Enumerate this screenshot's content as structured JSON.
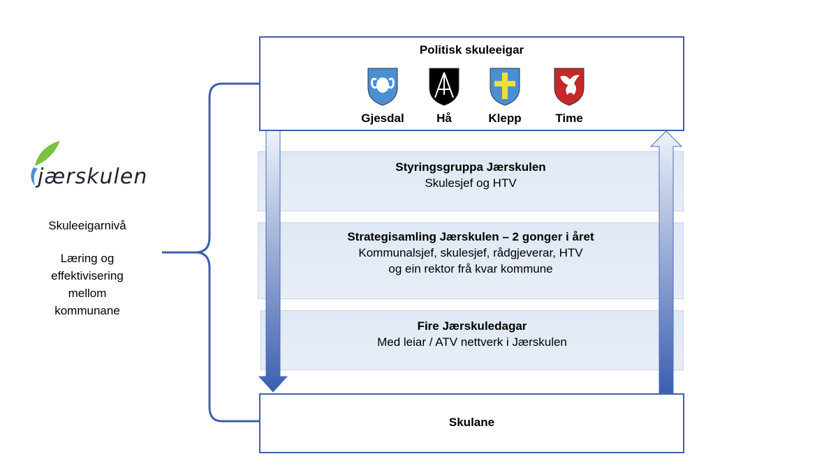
{
  "logo": {
    "text": "jærskulen"
  },
  "left_text": {
    "level": "Skuleeigarnivå",
    "description_lines": [
      "Læring og",
      "effektivisering",
      "mellom",
      "kommunane"
    ]
  },
  "top_box": {
    "title": "Politisk skuleeigar",
    "municipalities": [
      {
        "name": "Gjesdal",
        "icon": "ram-head-crest-icon",
        "color": "#4a8fd4"
      },
      {
        "name": "Hå",
        "icon": "easel-crest-icon",
        "color": "#000000"
      },
      {
        "name": "Klepp",
        "icon": "cross-crest-icon",
        "color": "#4a8fd4"
      },
      {
        "name": "Time",
        "icon": "bird-crest-icon",
        "color": "#c42828"
      }
    ]
  },
  "bands": [
    {
      "title": "Styringsgruppa Jærskulen",
      "lines": [
        "Skulesjef og HTV"
      ]
    },
    {
      "title": "Strategisamling Jærskulen – 2 gonger i året",
      "lines": [
        "Kommunalsjef, skulesjef, rådgjeverar, HTV",
        "og ein rektor frå kvar kommune"
      ]
    },
    {
      "title": "Fire Jærskuledagar",
      "lines": [
        "Med leiar / ATV nettverk i Jærskulen"
      ]
    }
  ],
  "bottom_box": {
    "title": "Skulane"
  },
  "colors": {
    "border": "#3c5fae",
    "band": "#dfe8f4",
    "arrow_dark": "#3c5fae",
    "arrow_light": "#eef2f9"
  }
}
